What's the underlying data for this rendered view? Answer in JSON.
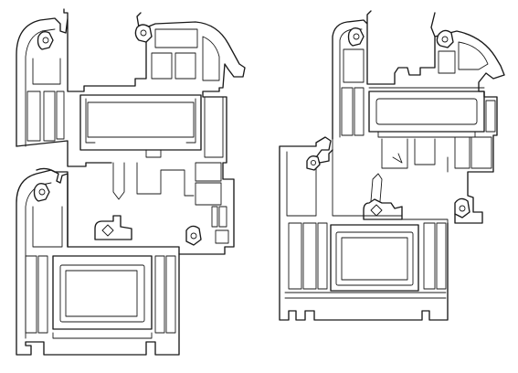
{
  "figure": {
    "background": "#ffffff",
    "line_color": "#1a1a1a",
    "profiles": [
      {
        "id": "left",
        "kind": "window-profile-cross-section"
      },
      {
        "id": "right",
        "kind": "window-profile-cross-section"
      }
    ]
  }
}
